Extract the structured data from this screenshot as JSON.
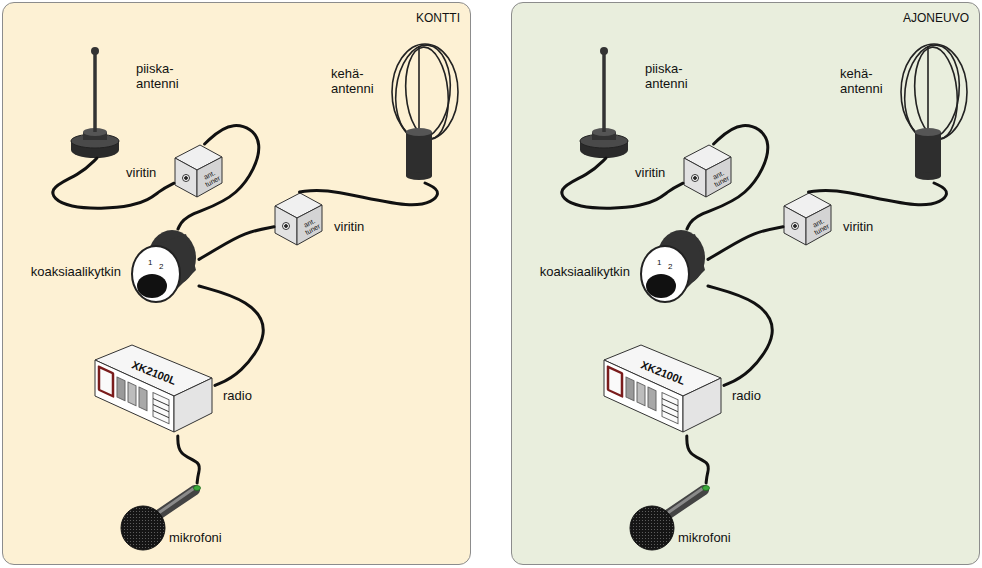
{
  "diagram": {
    "nodes": [
      {
        "text": [
          "KONTTI"
        ]
      },
      {
        "text": [
          "piiska- antenni"
        ],
        "in": 0
      },
      {
        "text": [
          "kehä- antenni"
        ],
        "in": 0
      },
      {
        "text": [
          "ant. tuner",
          "viritin"
        ],
        "in": 0
      },
      {
        "text": [
          "ant. tuner",
          "viritin"
        ],
        "in": 0
      },
      {
        "text": [
          "1",
          "2",
          "koaksiaalikytkin"
        ],
        "in": 0
      },
      {
        "text": [
          "XK2100L",
          "radio"
        ],
        "in": 0
      },
      {
        "text": [
          "mikrofoni"
        ],
        "in": 0
      },
      {
        "text": [
          "AJONEUVO"
        ]
      },
      {
        "text": [
          "piiska- antenni"
        ],
        "in": 8
      },
      {
        "text": [
          "kehä- antenni"
        ],
        "in": 8
      },
      {
        "text": [
          "ant. tuner",
          "viritin"
        ],
        "in": 8
      },
      {
        "text": [
          "ant. tuner",
          "viritin"
        ],
        "in": 8
      },
      {
        "text": [
          "1",
          "2",
          "koaksiaalikytkin"
        ],
        "in": 8
      },
      {
        "text": [
          "XK2100L",
          "radio"
        ],
        "in": 8
      },
      {
        "text": [
          "mikrofoni"
        ],
        "in": 8
      }
    ],
    "edges": [
      {
        "from": 1,
        "to": 3,
        "arrow": "none"
      },
      {
        "from": 3,
        "to": 5,
        "arrow": "none"
      },
      {
        "from": 2,
        "to": 4,
        "arrow": "none"
      },
      {
        "from": 4,
        "to": 5,
        "arrow": "none"
      },
      {
        "from": 5,
        "to": 6,
        "arrow": "none"
      },
      {
        "from": 6,
        "to": 7,
        "arrow": "none"
      },
      {
        "from": 9,
        "to": 11,
        "arrow": "none"
      },
      {
        "from": 11,
        "to": 13,
        "arrow": "none"
      },
      {
        "from": 10,
        "to": 12,
        "arrow": "none"
      },
      {
        "from": 12,
        "to": 13,
        "arrow": "none"
      },
      {
        "from": 13,
        "to": 14,
        "arrow": "none"
      },
      {
        "from": 14,
        "to": 15,
        "arrow": "none"
      }
    ]
  }
}
